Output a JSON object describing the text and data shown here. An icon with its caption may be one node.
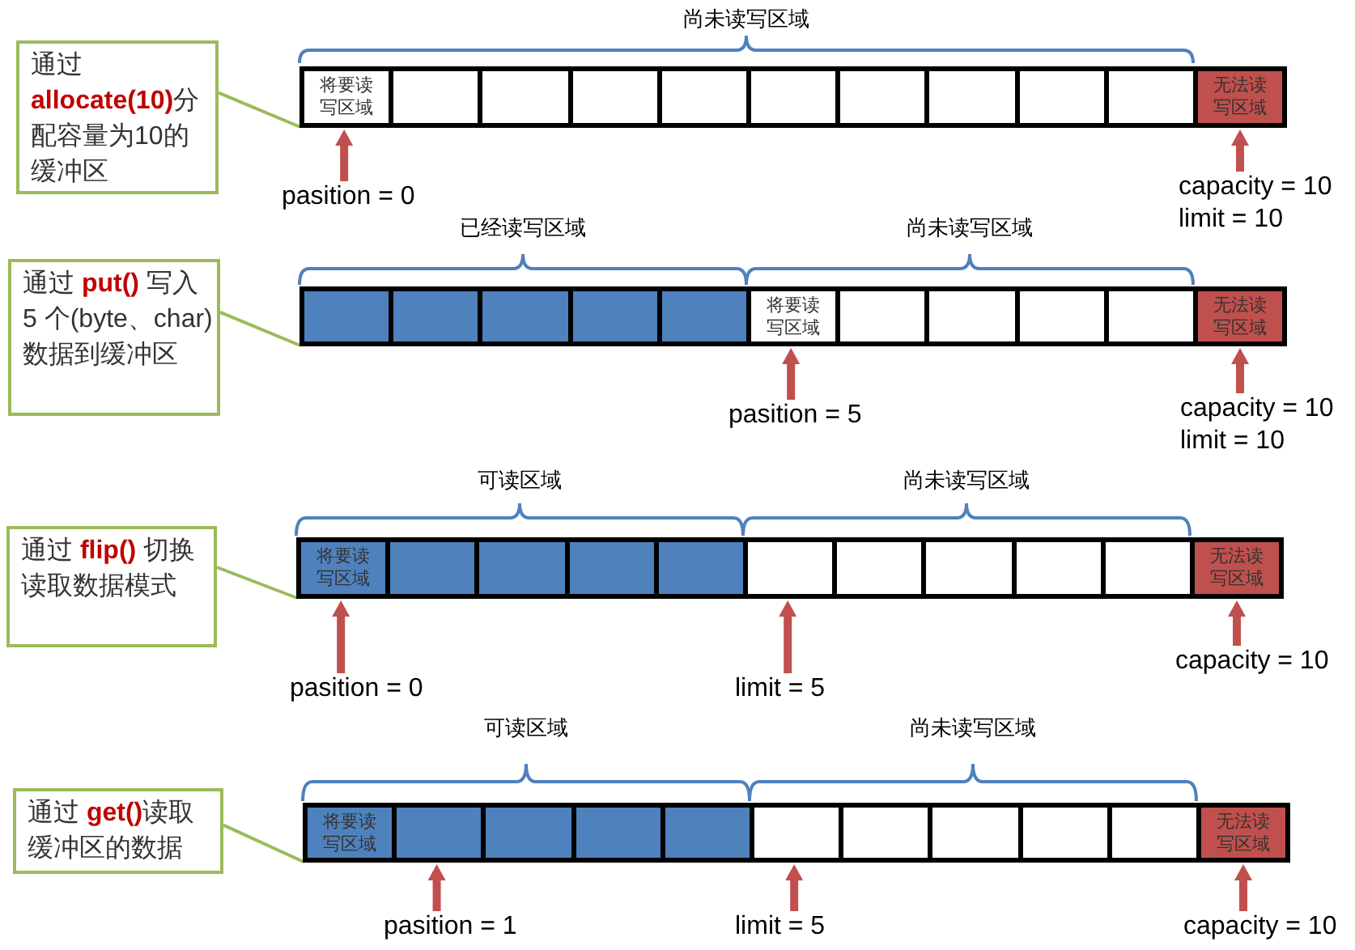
{
  "diagram": {
    "nodes": [
      {
        "text": [
          "通过 **allocate(10)**分配容量为10的缓冲区"
        ]
      },
      {
        "text": [
          "将要读写区域"
        ]
      },
      {
        "text": [],
        "shape": "box"
      },
      {
        "text": [],
        "shape": "box"
      },
      {
        "text": [],
        "shape": "box"
      },
      {
        "text": [],
        "shape": "box"
      },
      {
        "text": [],
        "shape": "box"
      },
      {
        "text": [],
        "shape": "box"
      },
      {
        "text": [],
        "shape": "box"
      },
      {
        "text": [],
        "shape": "box"
      },
      {
        "text": [],
        "shape": "box"
      },
      {
        "text": [
          "无法读写区域"
        ]
      },
      {
        "text": [
          "pasition = 0"
        ]
      },
      {
        "text": [
          "capacity = 10",
          "limit = 10"
        ]
      },
      {
        "text": [
          "通过 **put()** 写入 5 个(byte、char)数据到缓冲区"
        ]
      },
      {
        "text": [],
        "shape": "box"
      },
      {
        "text": [],
        "shape": "box"
      },
      {
        "text": [],
        "shape": "box"
      },
      {
        "text": [],
        "shape": "box"
      },
      {
        "text": [],
        "shape": "box"
      },
      {
        "text": [
          "将要读写区域"
        ]
      },
      {
        "text": [],
        "shape": "box"
      },
      {
        "text": [],
        "shape": "box"
      },
      {
        "text": [],
        "shape": "box"
      },
      {
        "text": [],
        "shape": "box"
      },
      {
        "text": [
          "无法读写区域"
        ]
      },
      {
        "text": [
          "pasition = 5"
        ]
      },
      {
        "text": [
          "capacity = 10",
          "limit = 10"
        ]
      },
      {
        "text": [
          "通过 **flip()** 切换读取数据模式"
        ]
      },
      {
        "text": [
          "将要读写区域"
        ]
      },
      {
        "text": [],
        "shape": "box"
      },
      {
        "text": [],
        "shape": "box"
      },
      {
        "text": [],
        "shape": "box"
      },
      {
        "text": [],
        "shape": "box"
      },
      {
        "text": [],
        "shape": "box"
      },
      {
        "text": [],
        "shape": "box"
      },
      {
        "text": [],
        "shape": "box"
      },
      {
        "text": [],
        "shape": "box"
      },
      {
        "text": [],
        "shape": "box"
      },
      {
        "text": [
          "无法读写区域"
        ]
      },
      {
        "text": [
          "pasition = 0"
        ]
      },
      {
        "text": [
          "limit = 5"
        ]
      },
      {
        "text": [
          "capacity = 10"
        ]
      },
      {
        "text": [
          "通过 **get()**读取缓冲区的数据"
        ]
      },
      {
        "text": [
          "将要读写区域"
        ]
      },
      {
        "text": [],
        "shape": "box"
      },
      {
        "text": [],
        "shape": "box"
      },
      {
        "text": [],
        "shape": "box"
      },
      {
        "text": [],
        "shape": "box"
      },
      {
        "text": [],
        "shape": "box"
      },
      {
        "text": [],
        "shape": "box"
      },
      {
        "text": [],
        "shape": "box"
      },
      {
        "text": [],
        "shape": "box"
      },
      {
        "text": [],
        "shape": "box"
      },
      {
        "text": [
          "无法读写区域"
        ]
      },
      {
        "text": [
          "pasition = 1"
        ]
      },
      {
        "text": [
          "limit = 5"
        ]
      },
      {
        "text": [
          "capacity = 10"
        ]
      }
    ],
    "edges": [
      {
        "from": 0,
        "to": 1,
        "arrow": "none",
        "color": "#9bbb59"
      },
      {
        "from": 12,
        "to": 1,
        "arrow": "to"
      },
      {
        "from": 13,
        "to": 11,
        "arrow": "to"
      },
      {
        "from": 14,
        "to": 15,
        "arrow": "none",
        "color": "#9bbb59"
      },
      {
        "from": 26,
        "to": 20,
        "arrow": "to"
      },
      {
        "from": 27,
        "to": 25,
        "arrow": "to"
      },
      {
        "from": 28,
        "to": 29,
        "arrow": "none",
        "color": "#9bbb59"
      },
      {
        "from": 40,
        "to": 29,
        "arrow": "to"
      },
      {
        "from": 41,
        "to": 34,
        "arrow": "to"
      },
      {
        "from": 42,
        "to": 39,
        "arrow": "to"
      },
      {
        "from": 43,
        "to": 44,
        "arrow": "none",
        "color": "#9bbb59"
      },
      {
        "from": 55,
        "to": 45,
        "arrow": "to"
      },
      {
        "from": 56,
        "to": 49,
        "arrow": "to"
      },
      {
        "from": 57,
        "to": 54,
        "arrow": "to"
      }
    ],
    "labels": [
      "尚未读写区域",
      "已经读写区域",
      "尚未读写区域",
      "可读区域",
      "尚未读写区域",
      "可读区域",
      "尚未读写区域"
    ]
  }
}
